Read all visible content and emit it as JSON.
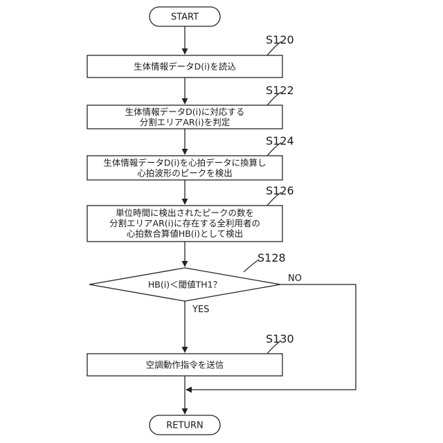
{
  "terminals": {
    "start": "START",
    "end": "RETURN"
  },
  "steps": [
    {
      "id": "S120",
      "lines": [
        "生体情報データD(i)を読込"
      ]
    },
    {
      "id": "S122",
      "lines": [
        "生体情報データD(i)に対応する",
        "分割エリアAR(i)を判定"
      ]
    },
    {
      "id": "S124",
      "lines": [
        "生体情報データD(i)を心拍データに換算し",
        "心拍波形のピークを検出"
      ]
    },
    {
      "id": "S126",
      "lines": [
        "単位時間に検出されたピークの数を",
        "分割エリアAR(i)に存在する全利用者の",
        "心拍数合算値HB(i)として検出"
      ]
    },
    {
      "id": "S130",
      "lines": [
        "空調動作指令を送信"
      ]
    }
  ],
  "decision": {
    "id": "S128",
    "text": "HB(i)＜閾値TH1？",
    "yes_label": "YES",
    "no_label": "NO"
  }
}
